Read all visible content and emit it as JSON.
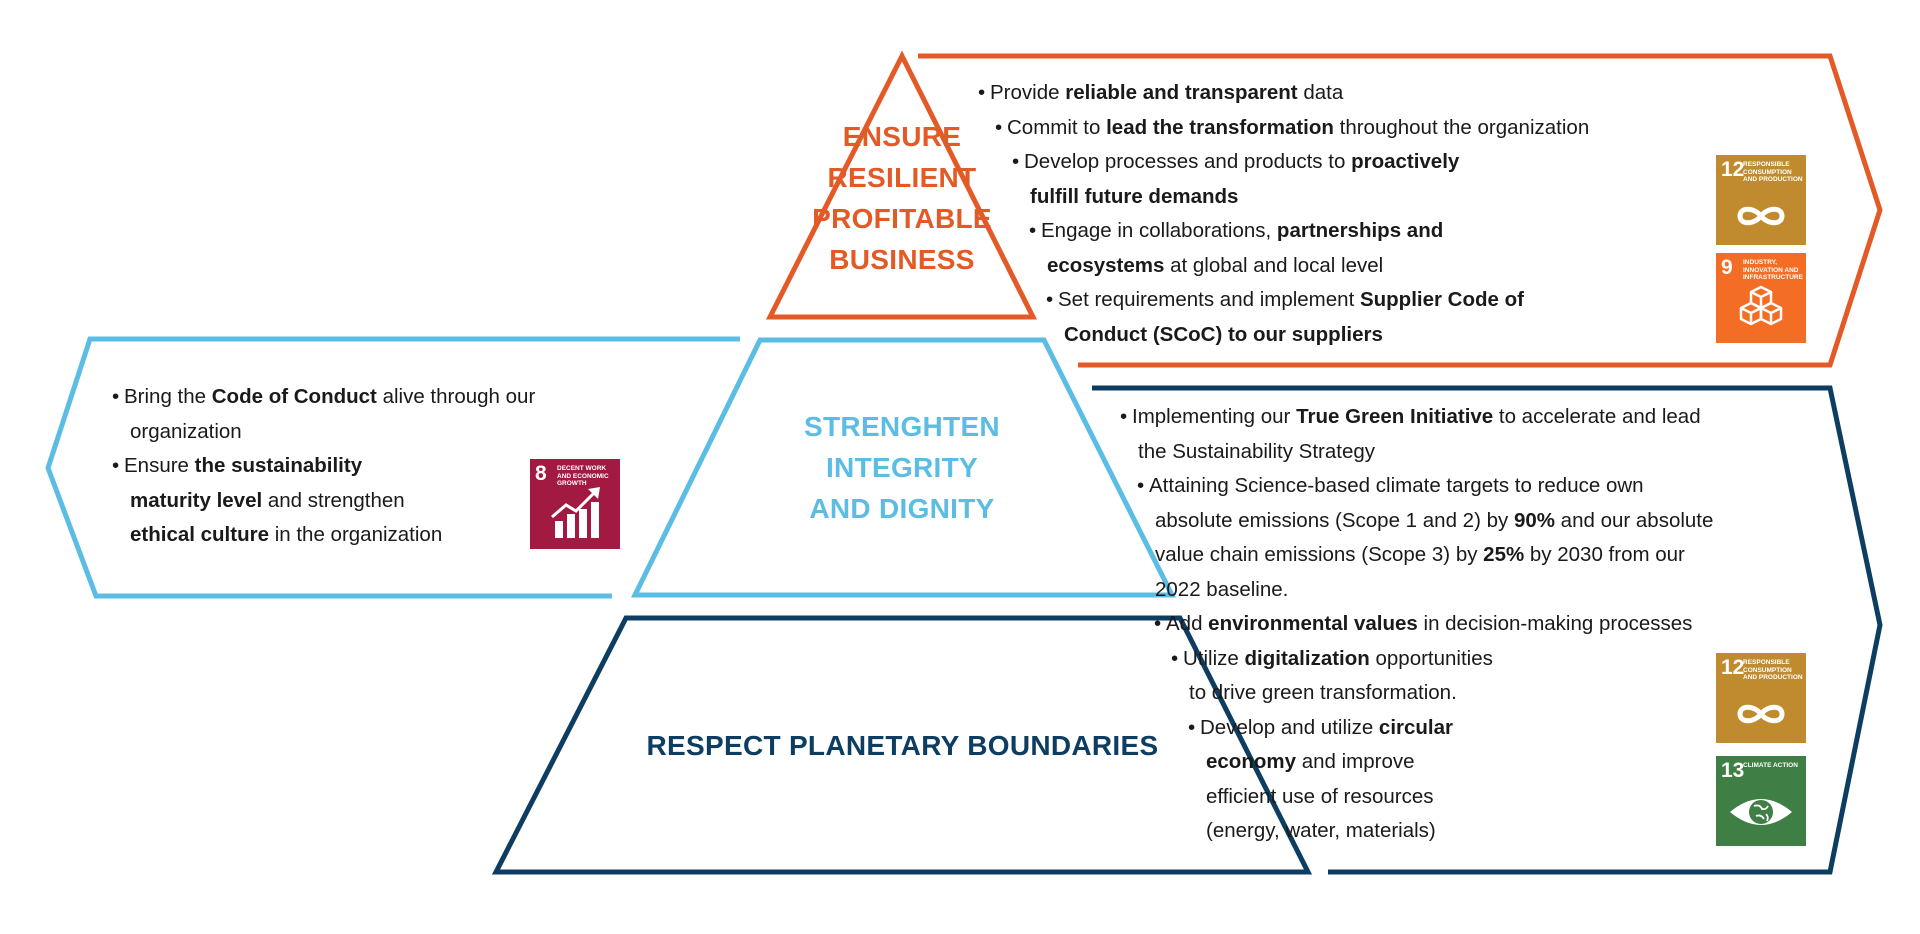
{
  "colors": {
    "orange": "#e35a26",
    "light_blue": "#5bbde3",
    "navy": "#0e3d62",
    "sdg8": "#a21942",
    "sdg9": "#f36d25",
    "sdg12": "#bf8b2e",
    "sdg13": "#3f7e44"
  },
  "top": {
    "title": [
      "ENSURE",
      "RESILIENT",
      "PROFITABLE",
      "BUSINESS"
    ],
    "bullets": [
      [
        {
          "t": "Provide ",
          "b": false
        },
        {
          "t": "reliable and transparent",
          "b": true
        },
        {
          "t": " data",
          "b": false
        }
      ],
      [
        {
          "t": "Commit to ",
          "b": false
        },
        {
          "t": "lead the transformation",
          "b": true
        },
        {
          "t": " throughout the organization",
          "b": false
        }
      ],
      [
        {
          "t": "Develop processes and products to ",
          "b": false
        },
        {
          "t": "proactively",
          "b": true
        }
      ],
      [
        {
          "t": "fulfill future demands",
          "b": true
        }
      ],
      [
        {
          "t": "Engage in collaborations, ",
          "b": false
        },
        {
          "t": "partnerships and",
          "b": true
        }
      ],
      [
        {
          "t": "ecosystems",
          "b": true
        },
        {
          "t": " at global and local level",
          "b": false
        }
      ],
      [
        {
          "t": "Set requirements and implement ",
          "b": false
        },
        {
          "t": "Supplier Code of",
          "b": true
        }
      ],
      [
        {
          "t": "Conduct (SCoC) to our suppliers",
          "b": true
        }
      ]
    ],
    "bullet_marks": [
      true,
      true,
      true,
      false,
      true,
      false,
      true,
      false
    ],
    "sdgs": [
      {
        "num": "12",
        "caption": "RESPONSIBLE CONSUMPTION AND PRODUCTION",
        "icon": "infinity-icon"
      },
      {
        "num": "9",
        "caption": "INDUSTRY, INNOVATION AND INFRASTRUCTURE",
        "icon": "cubes-icon"
      }
    ]
  },
  "middle": {
    "title": [
      "STRENGHTEN",
      "INTEGRITY",
      "AND DIGNITY"
    ],
    "bullets": [
      [
        {
          "t": "Bring the ",
          "b": false
        },
        {
          "t": "Code of Conduct",
          "b": true
        },
        {
          "t": " alive  through our",
          "b": false
        }
      ],
      [
        {
          "t": "organization",
          "b": false
        }
      ],
      [
        {
          "t": "Ensure ",
          "b": false
        },
        {
          "t": "the sustainability",
          "b": true
        }
      ],
      [
        {
          "t": "maturity level",
          "b": true
        },
        {
          "t": " and strengthen",
          "b": false
        }
      ],
      [
        {
          "t": "ethical culture",
          "b": true
        },
        {
          "t": " in the organization",
          "b": false
        }
      ]
    ],
    "bullet_marks": [
      true,
      false,
      true,
      false,
      false
    ],
    "sdgs": [
      {
        "num": "8",
        "caption": "DECENT WORK AND ECONOMIC GROWTH",
        "icon": "growth-chart-icon"
      }
    ]
  },
  "bottom": {
    "title": [
      "RESPECT PLANETARY BOUNDARIES"
    ],
    "bullets": [
      [
        {
          "t": "Implementing our ",
          "b": false
        },
        {
          "t": "True Green Initiative",
          "b": true
        },
        {
          "t": " to accelerate and lead",
          "b": false
        }
      ],
      [
        {
          "t": "the Sustainability Strategy",
          "b": false
        }
      ],
      [
        {
          "t": "Attaining Science-based climate targets to reduce own",
          "b": false
        }
      ],
      [
        {
          "t": "absolute emissions (Scope 1 and 2) by ",
          "b": false
        },
        {
          "t": "90%",
          "b": true
        },
        {
          "t": " and our absolute",
          "b": false
        }
      ],
      [
        {
          "t": "value chain emissions (Scope 3) by ",
          "b": false
        },
        {
          "t": "25%",
          "b": true
        },
        {
          "t": " by 2030 from our",
          "b": false
        }
      ],
      [
        {
          "t": "2022 baseline.",
          "b": false
        }
      ],
      [
        {
          "t": "Add ",
          "b": false
        },
        {
          "t": "environmental values",
          "b": true
        },
        {
          "t": " in decision-making processes",
          "b": false
        }
      ],
      [
        {
          "t": "Utilize ",
          "b": false
        },
        {
          "t": "digitalization",
          "b": true
        },
        {
          "t": " opportunities",
          "b": false
        }
      ],
      [
        {
          "t": "to drive green transformation.",
          "b": false
        }
      ],
      [
        {
          "t": "Develop and utilize ",
          "b": false
        },
        {
          "t": "circular",
          "b": true
        }
      ],
      [
        {
          "t": "economy",
          "b": true
        },
        {
          "t": " and improve",
          "b": false
        }
      ],
      [
        {
          "t": "efficient use of resources",
          "b": false
        }
      ],
      [
        {
          "t": "(energy, water, materials)",
          "b": false
        }
      ]
    ],
    "bullet_marks": [
      true,
      false,
      true,
      false,
      false,
      false,
      true,
      true,
      false,
      true,
      false,
      false,
      false
    ],
    "sdgs": [
      {
        "num": "12",
        "caption": "RESPONSIBLE CONSUMPTION AND PRODUCTION",
        "icon": "infinity-icon"
      },
      {
        "num": "13",
        "caption": "CLIMATE ACTION",
        "icon": "eye-globe-icon"
      }
    ]
  }
}
